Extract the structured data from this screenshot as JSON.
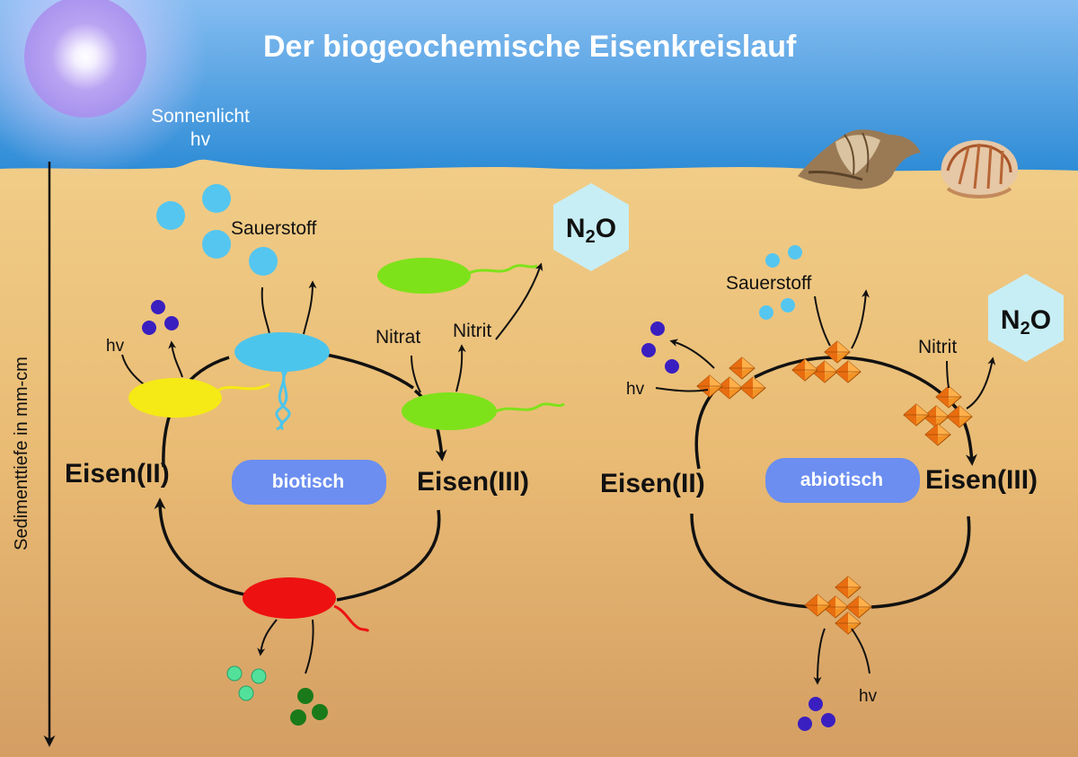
{
  "title": "Der biogeochemische Eisenkreislauf",
  "sunlight": {
    "label": "Sonnenlicht",
    "symbol": "hv"
  },
  "depth_axis_label": "Sedimenttiefe in mm-cm",
  "biotic": {
    "label": "biotisch",
    "iron2": "Eisen(II)",
    "iron3": "Eisen(III)",
    "oxygen": "Sauerstoff",
    "hv": "hv",
    "nitrate": "Nitrat",
    "nitrite": "Nitrit",
    "n2o_main": "N",
    "n2o_sub": "2",
    "n2o_end": "O"
  },
  "abiotic": {
    "label": "abiotisch",
    "iron2": "Eisen(II)",
    "iron3": "Eisen(III)",
    "oxygen": "Sauerstoff",
    "hv_top": "hv",
    "hv_bottom": "hv",
    "nitrite": "Nitrit",
    "n2o_main": "N",
    "n2o_sub": "2",
    "n2o_end": "O"
  },
  "colors": {
    "sky_top": "#7db3ec",
    "sky_bottom": "#2f8fd8",
    "sand_top": "#f3d38f",
    "sand_bottom": "#d6a165",
    "oxygen": "#55c6ef",
    "purple_dot": "#3a1fc0",
    "bacterium_cyan": "#4cc5ec",
    "bacterium_yellow": "#f5ea15",
    "bacterium_green": "#7ee21a",
    "bacterium_red": "#ee1111",
    "mineral_orange": "#f28a1a",
    "pill": "#6b8ef0",
    "hexagon": "#c7eef5"
  }
}
